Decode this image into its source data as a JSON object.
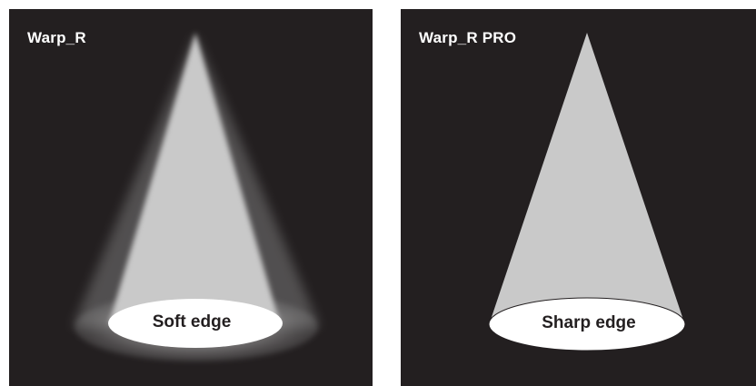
{
  "panels": [
    {
      "title": "Warp_R",
      "label": "Soft edge"
    },
    {
      "title": "Warp_R PRO",
      "label": "Sharp edge"
    }
  ],
  "colors": {
    "panel_background": "#231f20",
    "beam_fill": "#c9c9c9",
    "pool_fill": "#ffffff",
    "text_light": "#ffffff",
    "text_dark": "#231f20"
  }
}
